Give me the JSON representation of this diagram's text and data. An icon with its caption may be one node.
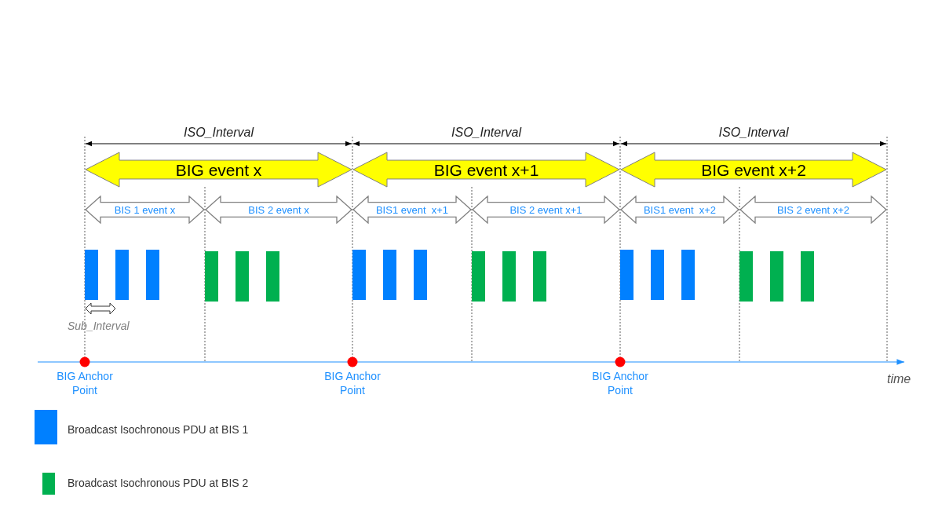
{
  "diagram": {
    "nodes": [
      {
        "text": [
          "BIG event x"
        ]
      },
      {
        "text": [
          "BIS 1 event x"
        ]
      },
      {
        "text": [
          "BIS 2 event x"
        ]
      },
      {
        "text": [
          "BIG event x+1"
        ]
      },
      {
        "text": [
          "BIS1 event  x+1"
        ]
      },
      {
        "text": [
          "BIS 2 event x+1"
        ]
      },
      {
        "text": [
          "BIG event x+2"
        ]
      },
      {
        "text": [
          "BIS1 event  x+2"
        ]
      },
      {
        "text": [
          "BIS 2 event x+2"
        ]
      },
      {
        "text": [
          "BIG Anchor Point"
        ]
      },
      {
        "text": [
          "BIG Anchor Point"
        ]
      },
      {
        "text": [
          "BIG Anchor Point"
        ]
      }
    ],
    "labels": [
      "ISO_Interval",
      "ISO_Interval",
      "ISO_Interval",
      "Sub_Interval",
      "time"
    ],
    "legend": [
      {
        "text": "Broadcast Isochronous PDU at BIS 1",
        "color": "#0080ff"
      },
      {
        "text": "Broadcast Isochronous PDU at BIS 2",
        "color": "#00b050"
      }
    ]
  }
}
